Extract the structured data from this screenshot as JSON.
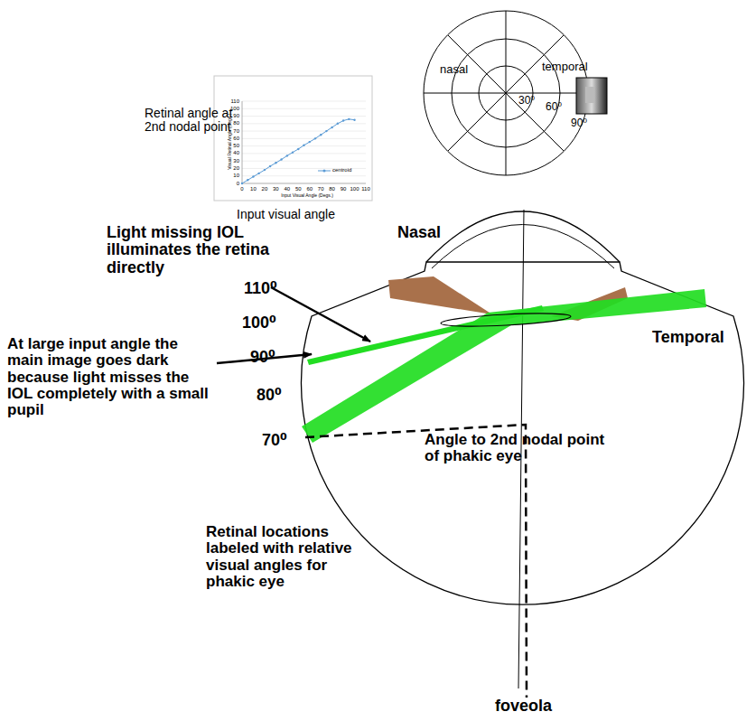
{
  "diagram": {
    "labels": [
      "Retinal angle at 2nd nodal point",
      "Visual Retinal Angle (Degs.)",
      "0",
      "10",
      "20",
      "30",
      "40",
      "50",
      "60",
      "70",
      "80",
      "90",
      "100",
      "110",
      "0",
      "10",
      "20",
      "30",
      "40",
      "50",
      "60",
      "70",
      "80",
      "90",
      "100",
      "110",
      "Input Visual Angle (Degs.)",
      "Input visual angle",
      "nasal",
      "temporal",
      "30⁰",
      "60⁰",
      "90⁰",
      "Light missing IOL illuminates the retina directly",
      "Nasal",
      "Temporal",
      "110⁰",
      "100⁰",
      "90⁰",
      "80⁰",
      "70⁰",
      "At large input angle the main image goes dark because light misses the IOL completely with a small pupil",
      "Angle to 2nd nodal point of phakic eye",
      "Retinal locations labeled with relative visual angles for phakic eye",
      "foveola"
    ],
    "legend": [
      {
        "text": "centroid"
      }
    ]
  }
}
